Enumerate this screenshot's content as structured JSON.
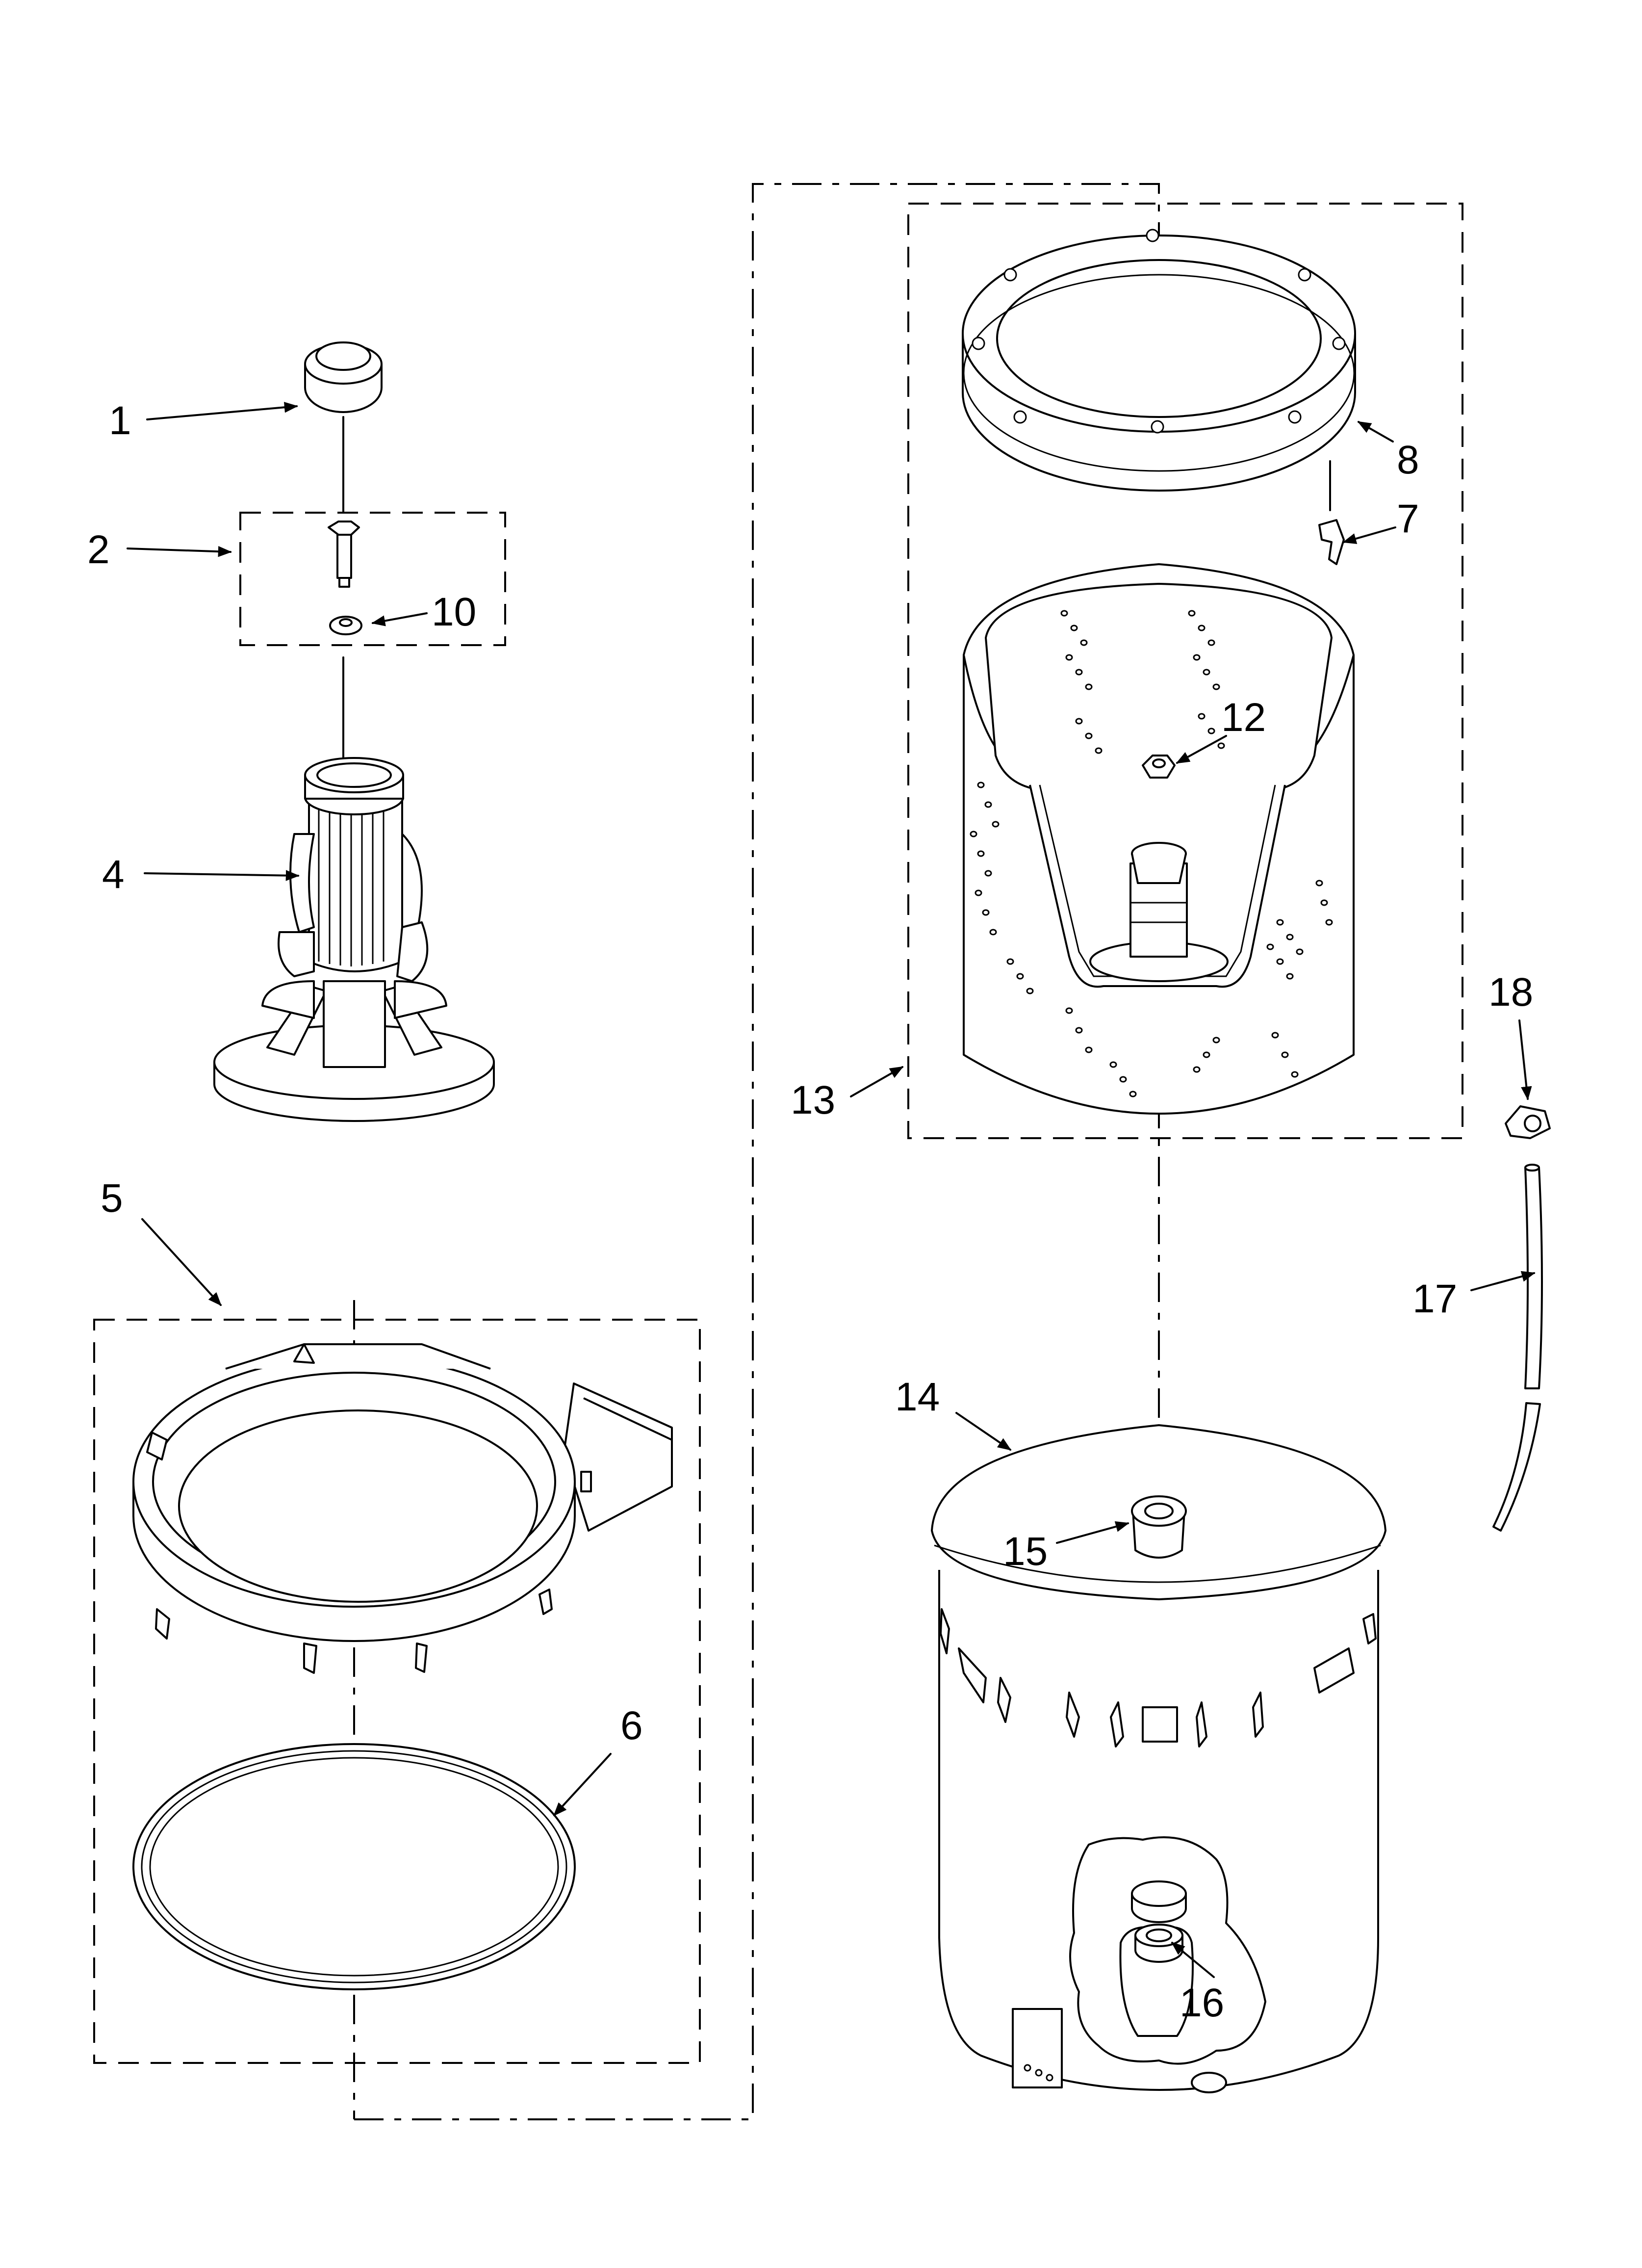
{
  "callouts": [
    {
      "id": "c1",
      "text": "1"
    },
    {
      "id": "c2",
      "text": "2"
    },
    {
      "id": "c4",
      "text": "4"
    },
    {
      "id": "c5",
      "text": "5"
    },
    {
      "id": "c6",
      "text": "6"
    },
    {
      "id": "c7",
      "text": "7"
    },
    {
      "id": "c8",
      "text": "8"
    },
    {
      "id": "c10",
      "text": "10"
    },
    {
      "id": "c12",
      "text": "12"
    },
    {
      "id": "c13",
      "text": "13"
    },
    {
      "id": "c14",
      "text": "14"
    },
    {
      "id": "c15",
      "text": "15"
    },
    {
      "id": "c16",
      "text": "16"
    },
    {
      "id": "c17",
      "text": "17"
    },
    {
      "id": "c18",
      "text": "18"
    }
  ]
}
